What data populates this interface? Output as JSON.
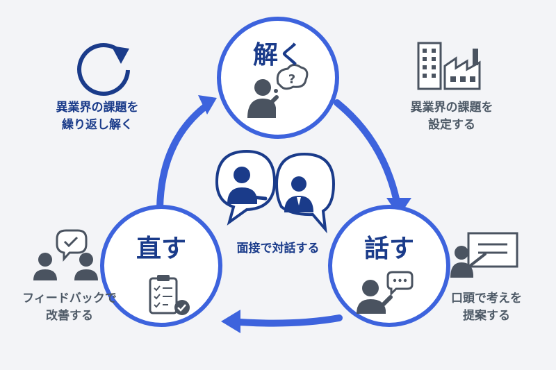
{
  "nodes": {
    "solve": {
      "title": "解く"
    },
    "talk": {
      "title": "話す"
    },
    "fix": {
      "title": "直す"
    }
  },
  "center_label": "面接で対話する",
  "notes": {
    "top_left": [
      "異業界の課題を",
      "繰り返し解く"
    ],
    "top_right": [
      "異業界の課題を",
      "設定する"
    ],
    "bottom_right": [
      "口頭で考えを",
      "提案する"
    ],
    "bottom_left": [
      "フィードバックで",
      "改善する"
    ]
  },
  "colors": {
    "primary": "#3d63dd",
    "navy": "#1a3b8a",
    "gray": "#4a5360",
    "background": "#f3f4f7"
  },
  "icons": {
    "top_left": "refresh-cycle-icon",
    "top_right": "office-factory-icon",
    "bottom_right": "presentation-board-icon",
    "bottom_left": "feedback-people-icon",
    "solve": "thinking-person-icon",
    "talk": "speaking-person-icon",
    "fix": "checklist-clipboard-icon",
    "center": "interview-dialogue-icon"
  }
}
